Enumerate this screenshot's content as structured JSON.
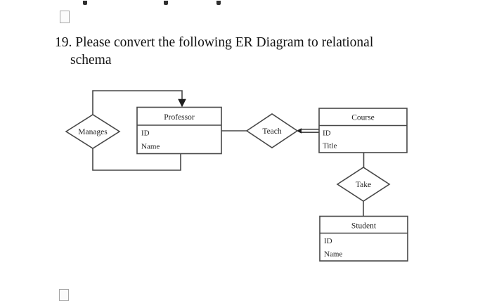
{
  "question": {
    "number": "19",
    "full_text": "19. Please convert the following ER Diagram to relational schema",
    "lines": [
      "19. Please convert the following ER Diagram to relational",
      "schema"
    ]
  },
  "checkboxes": {
    "top_checked": false,
    "bottom_checked": false
  },
  "diagram": {
    "entities": [
      {
        "name": "Professor",
        "attributes": [
          "ID",
          "Name"
        ]
      },
      {
        "name": "Course",
        "attributes": [
          "ID",
          "Title"
        ]
      },
      {
        "name": "Student",
        "attributes": [
          "ID",
          "Name"
        ]
      }
    ],
    "relationships": [
      {
        "name": "Manages",
        "connects": [
          "Professor",
          "Professor"
        ],
        "style": "recursive, arrow into Professor top"
      },
      {
        "name": "Teach",
        "connects": [
          "Professor",
          "Course"
        ],
        "style": "double line on Course side with small arrow at Teach vertex"
      },
      {
        "name": "Take",
        "connects": [
          "Course",
          "Student"
        ],
        "style": "plain line"
      }
    ],
    "colors": {
      "stroke": "#474747",
      "text": "#242424",
      "fill": "#ffffff",
      "checkbox_border": "#a6a6a6"
    }
  }
}
